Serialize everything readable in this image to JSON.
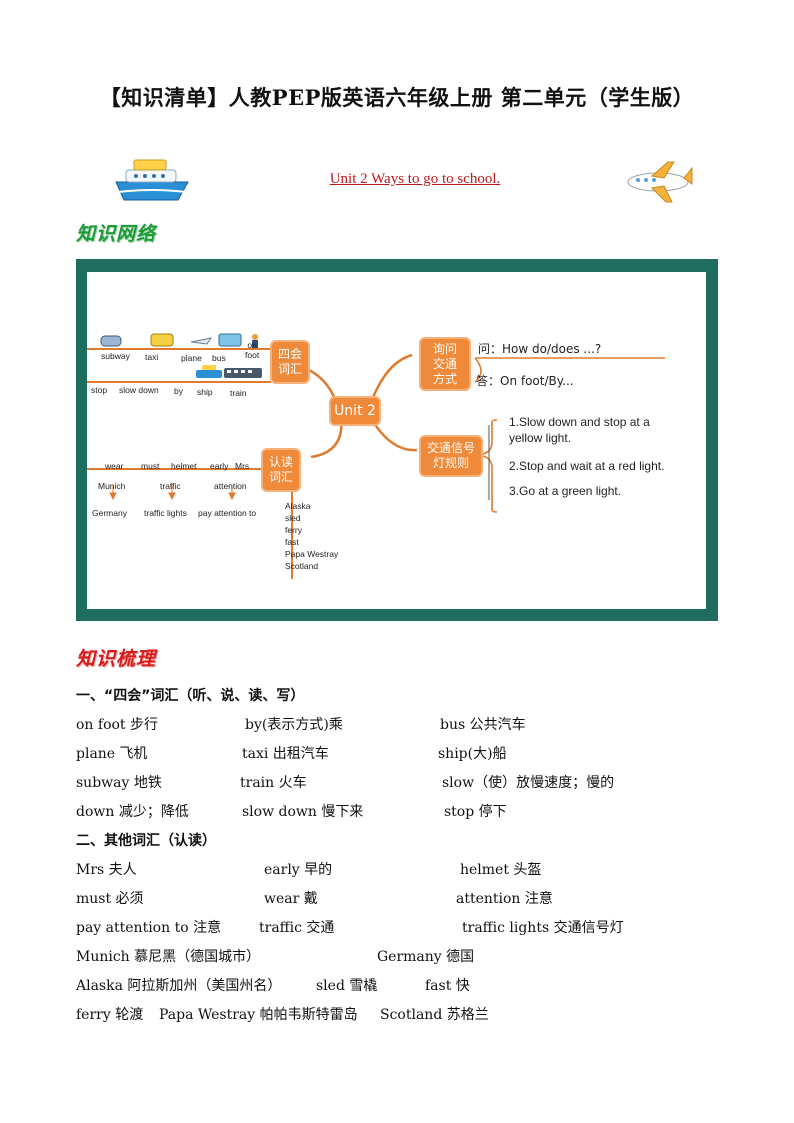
{
  "document": {
    "title": "【知识清单】人教PEP版英语六年级上册 第二单元（学生版）",
    "unit_title": "Unit 2 Ways to go to school."
  },
  "banners": {
    "network": "知识网络",
    "review": "知识梳理"
  },
  "mindmap": {
    "center": "Unit 2",
    "four_skills_box": "四会\n词汇",
    "read_box": "认读\n词汇",
    "ask_box": "询问\n交通\n方式",
    "rules_box": "交通信号\n灯规则",
    "top_row_words": [
      "subway",
      "taxi",
      "plane",
      "bus",
      "on\nfoot"
    ],
    "second_row_words": [
      "stop",
      "slow down",
      "by",
      "ship",
      "train"
    ],
    "read_row_words": [
      "wear",
      "must",
      "helmet",
      "early",
      "Mrs"
    ],
    "arrow_pairs": [
      {
        "top": "Munich",
        "bottom": "Germany"
      },
      {
        "top": "traffic",
        "bottom": "traffic lights"
      },
      {
        "top": "attention",
        "bottom": "pay attention to"
      }
    ],
    "vertical_words": [
      "Alaska",
      "sled",
      "ferry",
      "fast",
      "Papa Westray",
      "Scotland"
    ],
    "ask_lines": [
      "问：How do/does ...?",
      "答：On foot/By..."
    ],
    "rules": [
      "1.Slow down and stop at a\nyellow light.",
      "2.Stop and wait at a red light.",
      "3.Go at a green light."
    ]
  },
  "section1": {
    "heading": "一、“四会”词汇（听、说、读、写）",
    "rows": [
      [
        "on foot 步行",
        "by(表示方式)乘",
        "bus 公共汽车"
      ],
      [
        "plane 飞机",
        "taxi 出租汽车",
        "ship(大)船"
      ],
      [
        "subway 地铁",
        "train 火车",
        "slow（使）放慢速度；慢的"
      ],
      [
        "down 减少；降低",
        "slow  down 慢下来",
        "stop 停下"
      ]
    ]
  },
  "section2": {
    "heading": "二、其他词汇（认读）",
    "rows": [
      [
        "Mrs 夫人",
        "early 早的",
        "helmet  头盔"
      ],
      [
        "must 必须",
        "wear 戴",
        "attention  注意"
      ],
      [
        "pay attention  to 注意",
        "traffic  交通",
        "traffic  lights  交通信号灯"
      ]
    ],
    "line4": [
      "Munich  慕尼黑（德国城市）",
      "Germany  德国"
    ],
    "line5": [
      "Alaska 阿拉斯加州（美国州名）",
      "sled 雪橇",
      "fast 快"
    ],
    "line6": [
      "ferry 轮渡",
      "Papa Westray 帕帕韦斯特雷岛",
      "Scotland 苏格兰"
    ]
  },
  "colors": {
    "title_red": "#c0171e",
    "frame_green": "#1f6d5f",
    "box_orange": "#ee8a3a",
    "banner_green": "#1f9a3a",
    "banner_red": "#d61c1c"
  }
}
